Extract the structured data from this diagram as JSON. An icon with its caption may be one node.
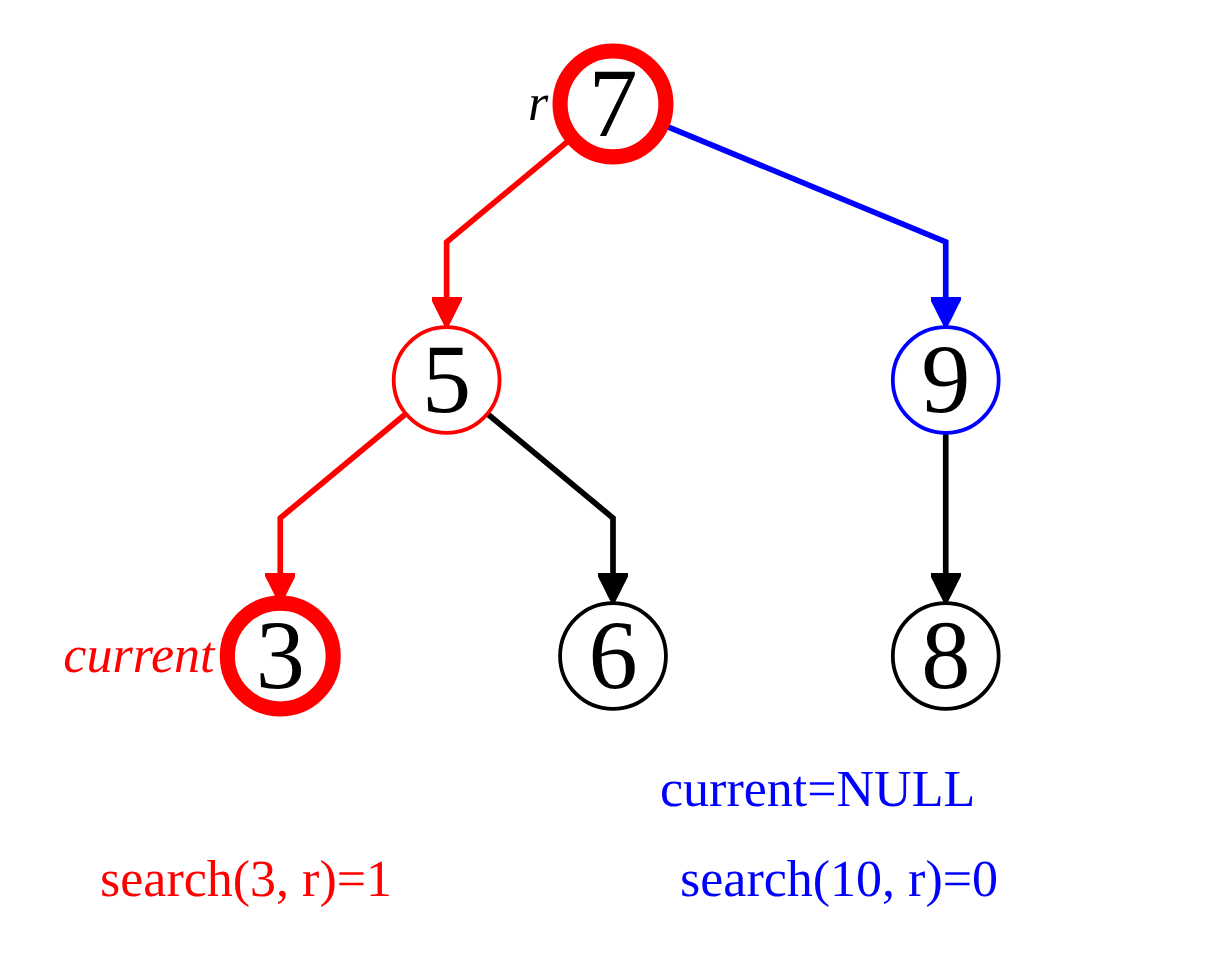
{
  "diagram": {
    "nodes": [
      {
        "text": [
          "7"
        ],
        "beside": [
          "r"
        ]
      },
      {
        "text": [
          "5"
        ]
      },
      {
        "text": [
          "9"
        ]
      },
      {
        "text": [
          "3"
        ],
        "beside": [
          "current"
        ]
      },
      {
        "text": [
          "6"
        ]
      },
      {
        "text": [
          "8"
        ]
      }
    ],
    "edges": [
      {
        "from": 0,
        "to": 1,
        "arrow": "to",
        "color": "#ff0000"
      },
      {
        "from": 0,
        "to": 2,
        "arrow": "to",
        "color": "#0000ff"
      },
      {
        "from": 1,
        "to": 3,
        "arrow": "to",
        "color": "#ff0000"
      },
      {
        "from": 1,
        "to": 4,
        "arrow": "to",
        "color": "#000000"
      },
      {
        "from": 2,
        "to": 5,
        "arrow": "to",
        "color": "#000000"
      }
    ],
    "labels": [
      "current=NULL",
      "search(3, r)=1",
      "search(10, r)=0"
    ]
  }
}
